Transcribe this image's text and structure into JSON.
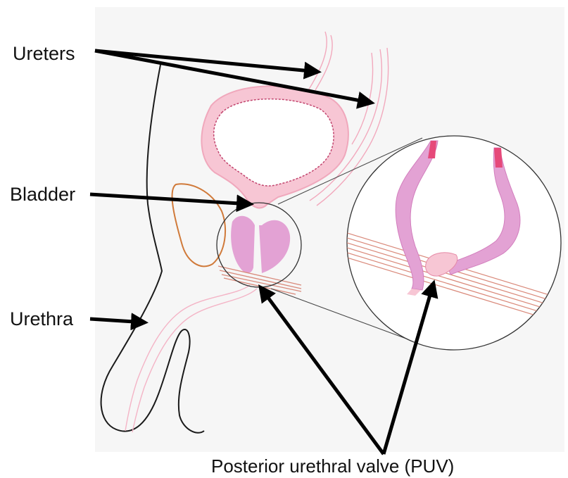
{
  "labels": {
    "ureters": "Ureters",
    "bladder": "Bladder",
    "urethra": "Urethra",
    "puv": "Posterior urethral valve (PUV)"
  },
  "colors": {
    "background_panel": "#f6f6f6",
    "outline": "#1a1a1a",
    "tissue_pink": "#f7c6d4",
    "tissue_pink_light": "#fadbe4",
    "tissue_pink_dark": "#e68aa6",
    "bladder_purple": "#e3a2d4",
    "muscle_stripes": "#d9897a",
    "prostate_orange": "#d07a3a",
    "arrow": "#000000"
  },
  "icons": [
    "bladder-illustration",
    "magnifier-circle",
    "arrow"
  ]
}
